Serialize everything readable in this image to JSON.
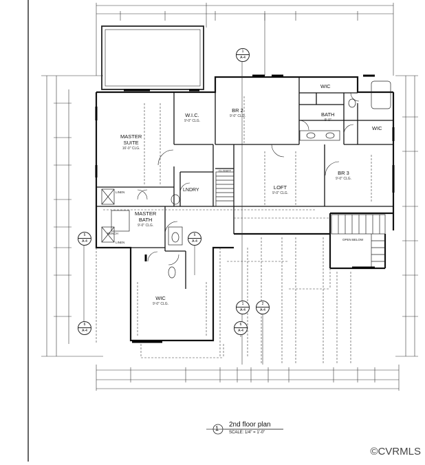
{
  "drawing": {
    "rooms": [
      {
        "id": "master-suite",
        "label": "MASTER\nSUITE",
        "size": "16'-0\" CLG."
      },
      {
        "id": "wic-master",
        "label": "W.I.C.",
        "size": "9'-0\" CLG."
      },
      {
        "id": "br2",
        "label": "BR 2",
        "size": "9'-0\" CLG."
      },
      {
        "id": "wic-top",
        "label": "WIC",
        "size": ""
      },
      {
        "id": "bath",
        "label": "BATH",
        "size": "9'-0\""
      },
      {
        "id": "wic-right",
        "label": "WIC",
        "size": ""
      },
      {
        "id": "br3",
        "label": "BR 3",
        "size": "9'-0\" CLG."
      },
      {
        "id": "loft",
        "label": "LOFT",
        "size": "9'-0\" CLG."
      },
      {
        "id": "lndry",
        "label": "LNDRY",
        "size": ""
      },
      {
        "id": "master-bath",
        "label": "MASTER\nBATH",
        "size": "9'-0\" CLG."
      },
      {
        "id": "wic-lower",
        "label": "WIC",
        "size": "9'-0\" CLG."
      }
    ],
    "notes": {
      "open_below": "OPEN BELOW",
      "closet": "CLOSET",
      "linen1": "LINEN",
      "linen2": "LINEN",
      "bench": "BENCH"
    },
    "section_marks": [
      {
        "num": "1",
        "sheet": "A-4"
      },
      {
        "num": "1",
        "sheet": "A-4"
      },
      {
        "num": "2",
        "sheet": "A-4"
      },
      {
        "num": "5",
        "sheet": "A-4"
      },
      {
        "num": "5",
        "sheet": "A-4"
      },
      {
        "num": "6",
        "sheet": "A-4"
      },
      {
        "num": "6",
        "sheet": "A-4"
      }
    ],
    "title": {
      "number": "1",
      "name": "2nd floor plan",
      "scale": "SCALE: 1/4\" = 1'-0\""
    }
  },
  "watermark": "©CVRMLS"
}
